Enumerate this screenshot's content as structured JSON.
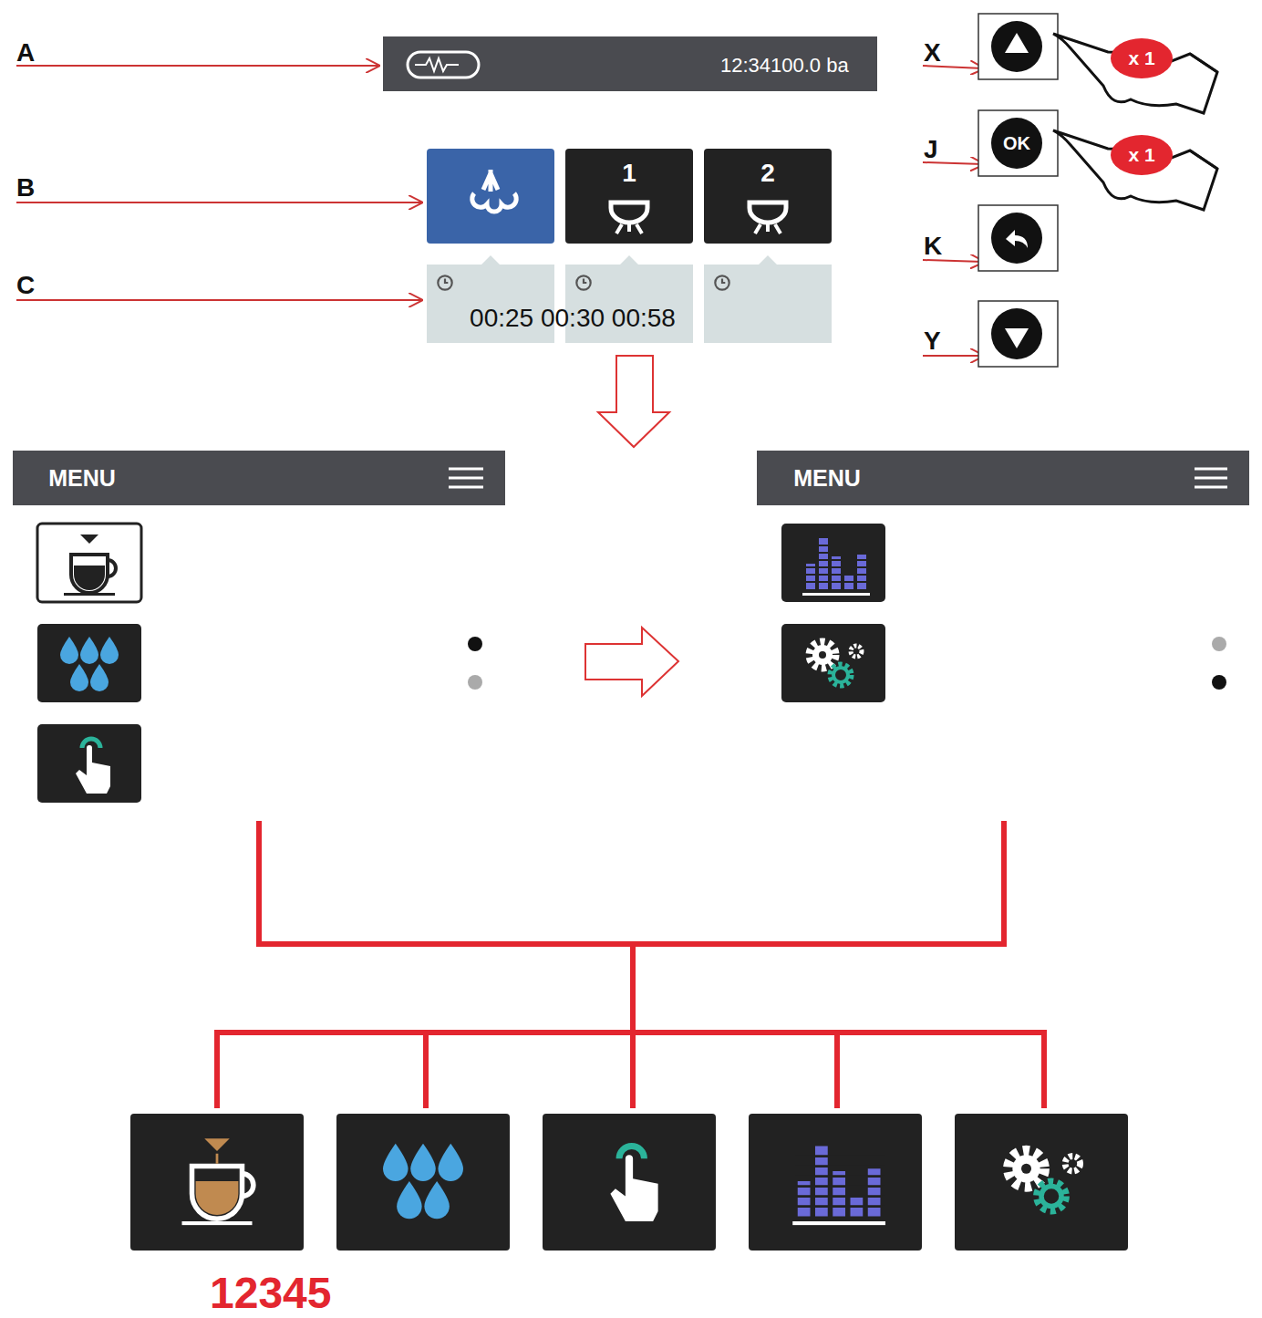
{
  "diagram": {
    "nodes": [
      {
        "text": [
          "12:34100.0 ba"
        ]
      },
      {
        "text": [
          "1"
        ]
      },
      {
        "text": [
          "2"
        ]
      },
      {
        "text": [
          "00:25 00:30 00:58"
        ]
      },
      {
        "text": [
          "OK"
        ]
      },
      {
        "text": [
          "x 1"
        ]
      },
      {
        "text": [
          "x 1"
        ]
      },
      {
        "text": [
          "MENU"
        ]
      },
      {
        "text": [
          "MENU"
        ]
      }
    ],
    "labels": [
      "A",
      "B",
      "C",
      "X",
      "J",
      "K",
      "Y",
      "12345"
    ]
  }
}
